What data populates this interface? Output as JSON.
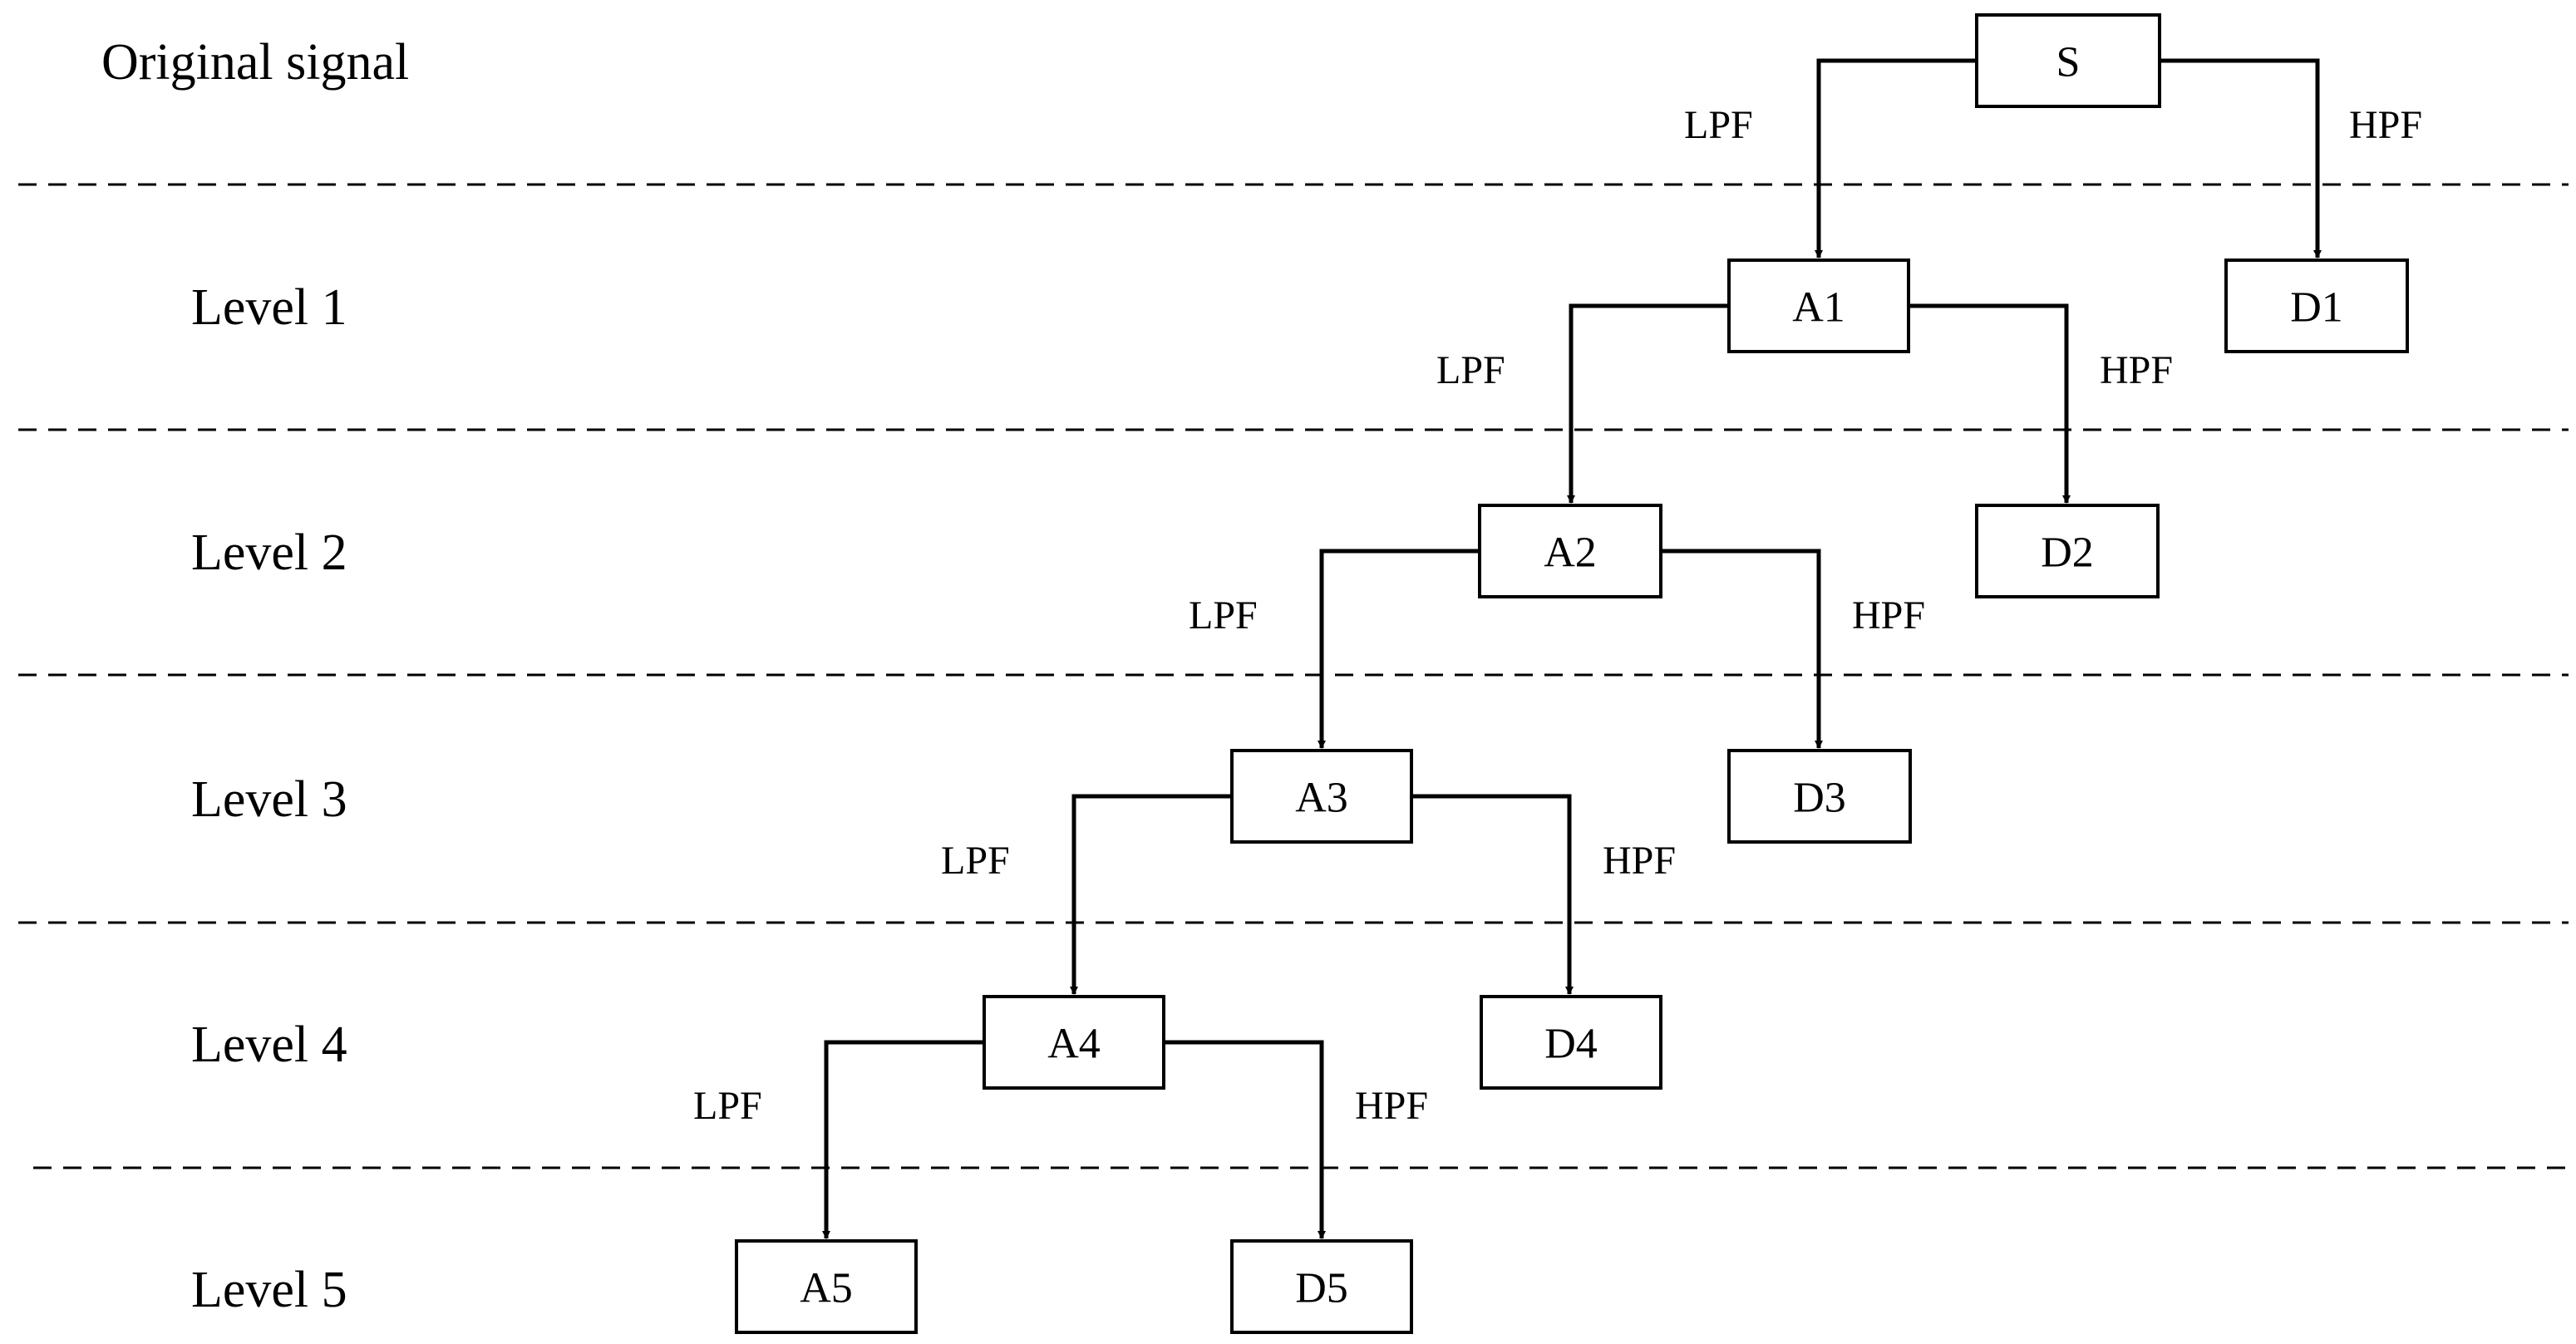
{
  "levels": [
    {
      "label": "Original signal"
    },
    {
      "label": "Level 1"
    },
    {
      "label": "Level 2"
    },
    {
      "label": "Level 3"
    },
    {
      "label": "Level 4"
    },
    {
      "label": "Level 5"
    }
  ],
  "nodes": [
    {
      "id": "S",
      "label": "S"
    },
    {
      "id": "A1",
      "label": "A1"
    },
    {
      "id": "D1",
      "label": "D1"
    },
    {
      "id": "A2",
      "label": "A2"
    },
    {
      "id": "D2",
      "label": "D2"
    },
    {
      "id": "A3",
      "label": "A3"
    },
    {
      "id": "D3",
      "label": "D3"
    },
    {
      "id": "A4",
      "label": "A4"
    },
    {
      "id": "D4",
      "label": "D4"
    },
    {
      "id": "A5",
      "label": "A5"
    },
    {
      "id": "D5",
      "label": "D5"
    }
  ],
  "edges": [
    {
      "from": "S",
      "to": "A1",
      "filter": "LPF"
    },
    {
      "from": "S",
      "to": "D1",
      "filter": "HPF"
    },
    {
      "from": "A1",
      "to": "A2",
      "filter": "LPF"
    },
    {
      "from": "A1",
      "to": "D2",
      "filter": "HPF"
    },
    {
      "from": "A2",
      "to": "A3",
      "filter": "LPF"
    },
    {
      "from": "A2",
      "to": "D3",
      "filter": "HPF"
    },
    {
      "from": "A3",
      "to": "A4",
      "filter": "LPF"
    },
    {
      "from": "A3",
      "to": "D4",
      "filter": "HPF"
    },
    {
      "from": "A4",
      "to": "A5",
      "filter": "LPF"
    },
    {
      "from": "A4",
      "to": "D5",
      "filter": "HPF"
    }
  ]
}
